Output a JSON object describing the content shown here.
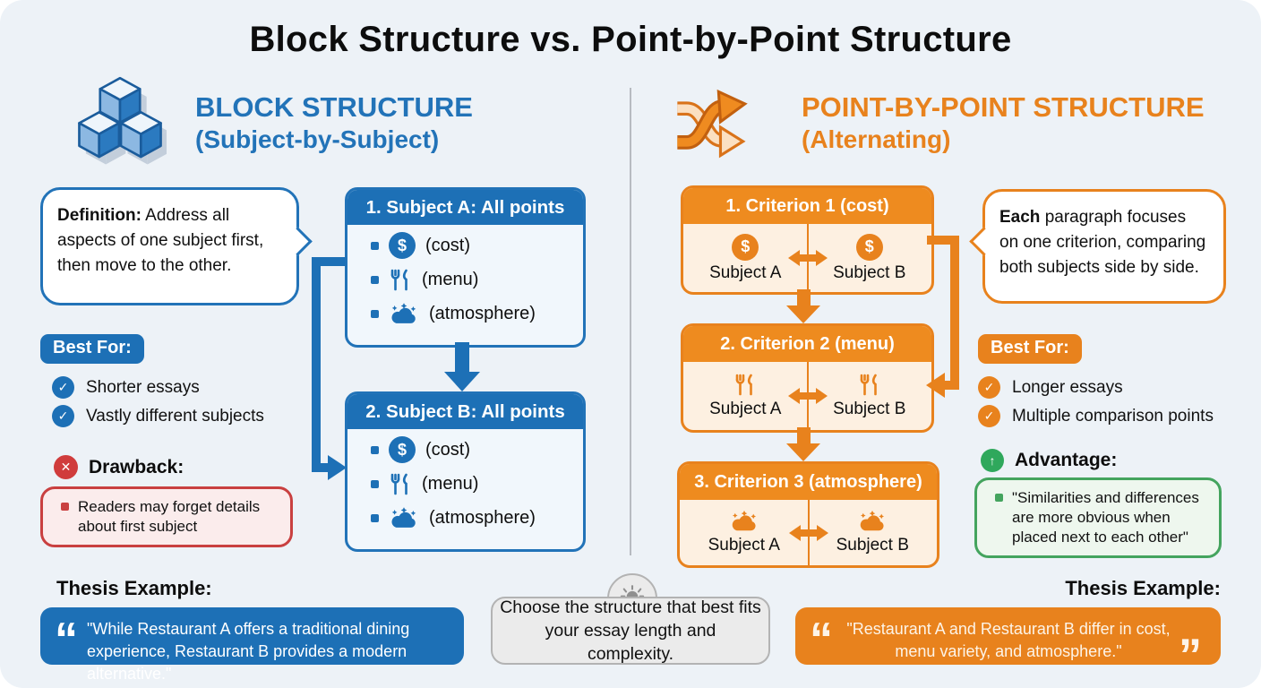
{
  "title": "Block Structure vs. Point-by-Point Structure",
  "icons": {
    "check": "✓",
    "cross": "✕",
    "up_arrow": "↑",
    "dollar": "$",
    "quote_open": "“",
    "quote_close": "”"
  },
  "colors": {
    "blue": "#1d70b6",
    "blue_border": "#2273b8",
    "orange": "#e8821d",
    "red": "#c94040",
    "green": "#44a45e",
    "background": "#edf2f7"
  },
  "left": {
    "heading": "BLOCK STRUCTURE",
    "subheading": "(Subject-by-Subject)",
    "definition": {
      "bold": "Definition:",
      "text": " Address all aspects of one subject first, then move to the other."
    },
    "best_for": {
      "label": "Best For:",
      "items": [
        "Shorter essays",
        "Vastly different subjects"
      ]
    },
    "drawback": {
      "label": "Drawback:",
      "text": "Readers may forget details about first subject"
    },
    "flow": [
      {
        "title": "1. Subject A: All points",
        "points": [
          "(cost)",
          "(menu)",
          "(atmosphere)"
        ]
      },
      {
        "title": "2. Subject B: All points",
        "points": [
          "(cost)",
          "(menu)",
          "(atmosphere)"
        ]
      }
    ],
    "thesis": {
      "label": "Thesis Example:",
      "quote": "\"While Restaurant A offers a traditional dining experience, Restaurant B provides a modern alternative.\""
    }
  },
  "right": {
    "heading": "POINT-BY-POINT STRUCTURE",
    "subheading": "(Alternating)",
    "definition": {
      "bold": "Each",
      "text": " paragraph focuses on one criterion, comparing both subjects side by side."
    },
    "best_for": {
      "label": "Best For:",
      "items": [
        "Longer essays",
        "Multiple comparison points"
      ]
    },
    "advantage": {
      "label": "Advantage:",
      "text": "\"Similarities and differences are more obvious when placed next to each other\""
    },
    "criteria": [
      {
        "title": "1. Criterion 1 (cost)",
        "subject_a": "Subject A",
        "subject_b": "Subject B"
      },
      {
        "title": "2. Criterion 2 (menu)",
        "subject_a": "Subject A",
        "subject_b": "Subject B"
      },
      {
        "title": "3. Criterion 3 (atmosphere)",
        "subject_a": "Subject A",
        "subject_b": "Subject B"
      }
    ],
    "thesis": {
      "label": "Thesis Example:",
      "quote": "\"Restaurant A and Restaurant B differ in cost, menu variety, and atmosphere.\""
    }
  },
  "tip": {
    "text": "Choose the structure that best fits your essay length and complexity."
  }
}
